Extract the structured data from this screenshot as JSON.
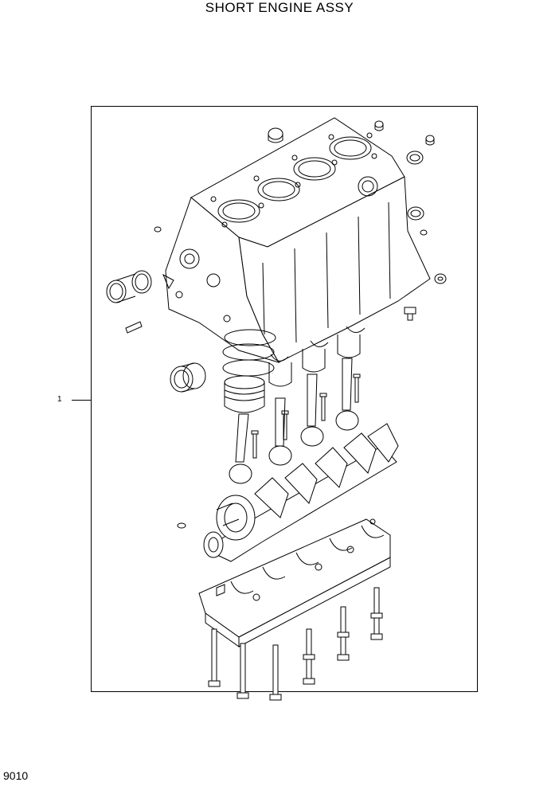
{
  "title": "SHORT ENGINE ASSY",
  "callouts": [
    {
      "label": "1"
    }
  ],
  "page_number": "9010",
  "colors": {
    "line": "#000000",
    "background": "#ffffff"
  }
}
